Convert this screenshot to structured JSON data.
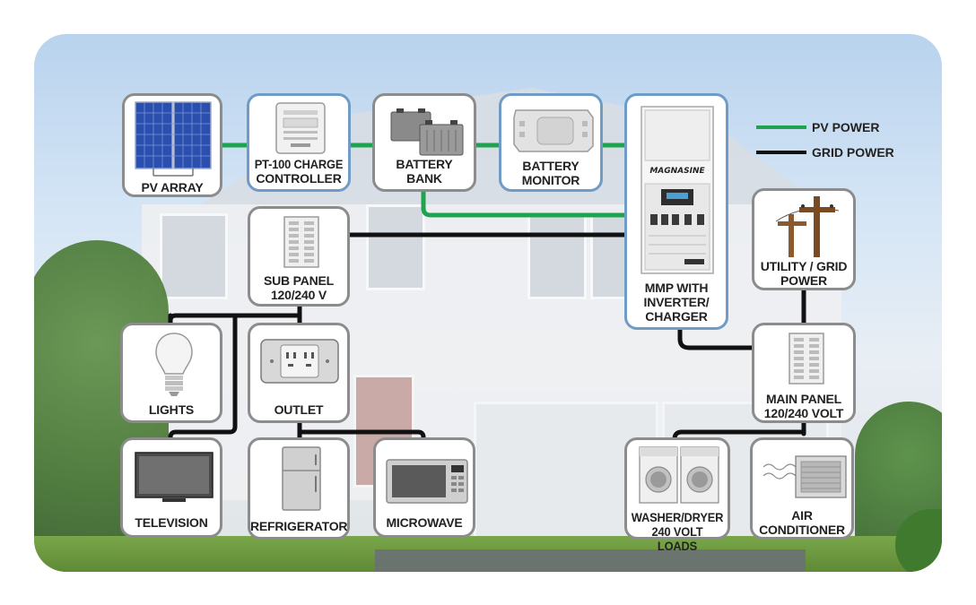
{
  "legend": {
    "pv_power": "PV POWER",
    "grid_power": "GRID POWER",
    "pv_color": "#1ea34f",
    "grid_color": "#111111"
  },
  "nodes": {
    "pv_array": {
      "label": "PV ARRAY",
      "icon": "solar-panel-icon"
    },
    "charge_controller": {
      "label_line1": "PT-100 CHARGE",
      "label_line2": "CONTROLLER",
      "icon": "charge-controller-icon"
    },
    "battery_bank": {
      "label_line1": "BATTERY",
      "label_line2": "BANK",
      "icon": "battery-icon"
    },
    "battery_monitor": {
      "label_line1": "BATTERY",
      "label_line2": "MONITOR",
      "icon": "battery-monitor-icon"
    },
    "mmp": {
      "label_line1": "MMP WITH",
      "label_line2": "INVERTER/",
      "label_line3": "CHARGER",
      "icon": "inverter-cabinet-icon"
    },
    "utility": {
      "label_line1": "UTILITY / GRID",
      "label_line2": "POWER",
      "icon": "utility-pole-icon"
    },
    "sub_panel": {
      "label_line1": "SUB PANEL",
      "label_line2": "120/240 V",
      "icon": "breaker-panel-icon"
    },
    "main_panel": {
      "label_line1": "MAIN PANEL",
      "label_line2": "120/240 VOLT",
      "icon": "breaker-panel-icon"
    },
    "lights": {
      "label": "LIGHTS",
      "icon": "light-bulb-icon"
    },
    "outlet": {
      "label": "OUTLET",
      "icon": "outlet-icon"
    },
    "television": {
      "label": "TELEVISION",
      "icon": "television-icon"
    },
    "refrigerator": {
      "label": "REFRIGERATOR",
      "icon": "refrigerator-icon"
    },
    "microwave": {
      "label": "MICROWAVE",
      "icon": "microwave-icon"
    },
    "washer_dryer": {
      "label_line1": "WASHER/DRYER",
      "label_line2": "240 VOLT LOADS",
      "icon": "washer-dryer-icon"
    },
    "air_conditioner": {
      "label_line1": "AIR",
      "label_line2": "CONDITIONER",
      "icon": "air-conditioner-icon"
    }
  }
}
